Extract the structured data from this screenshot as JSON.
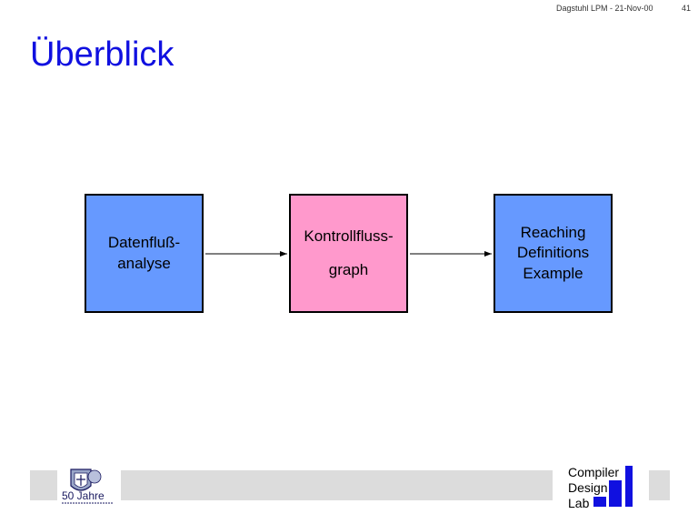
{
  "header": {
    "meta": "Dagstuhl LPM - 21-Nov-00",
    "page_number": "41"
  },
  "slide": {
    "title": "Überblick"
  },
  "boxes": [
    {
      "lines": [
        "Datenfluß-",
        "analyse"
      ],
      "color": "#6699ff"
    },
    {
      "lines": [
        "Kontrollfluss-",
        "graph"
      ],
      "color": "#ff99cc"
    },
    {
      "lines": [
        "Reaching",
        "Definitions",
        "Example"
      ],
      "color": "#6699ff"
    }
  ],
  "footer": {
    "left_logo_text": "50 Jahre",
    "right_logo_lines": [
      "Compiler",
      "Design",
      "Lab"
    ],
    "bar_color": "#dcdcdc",
    "accent": "#1010e0"
  }
}
